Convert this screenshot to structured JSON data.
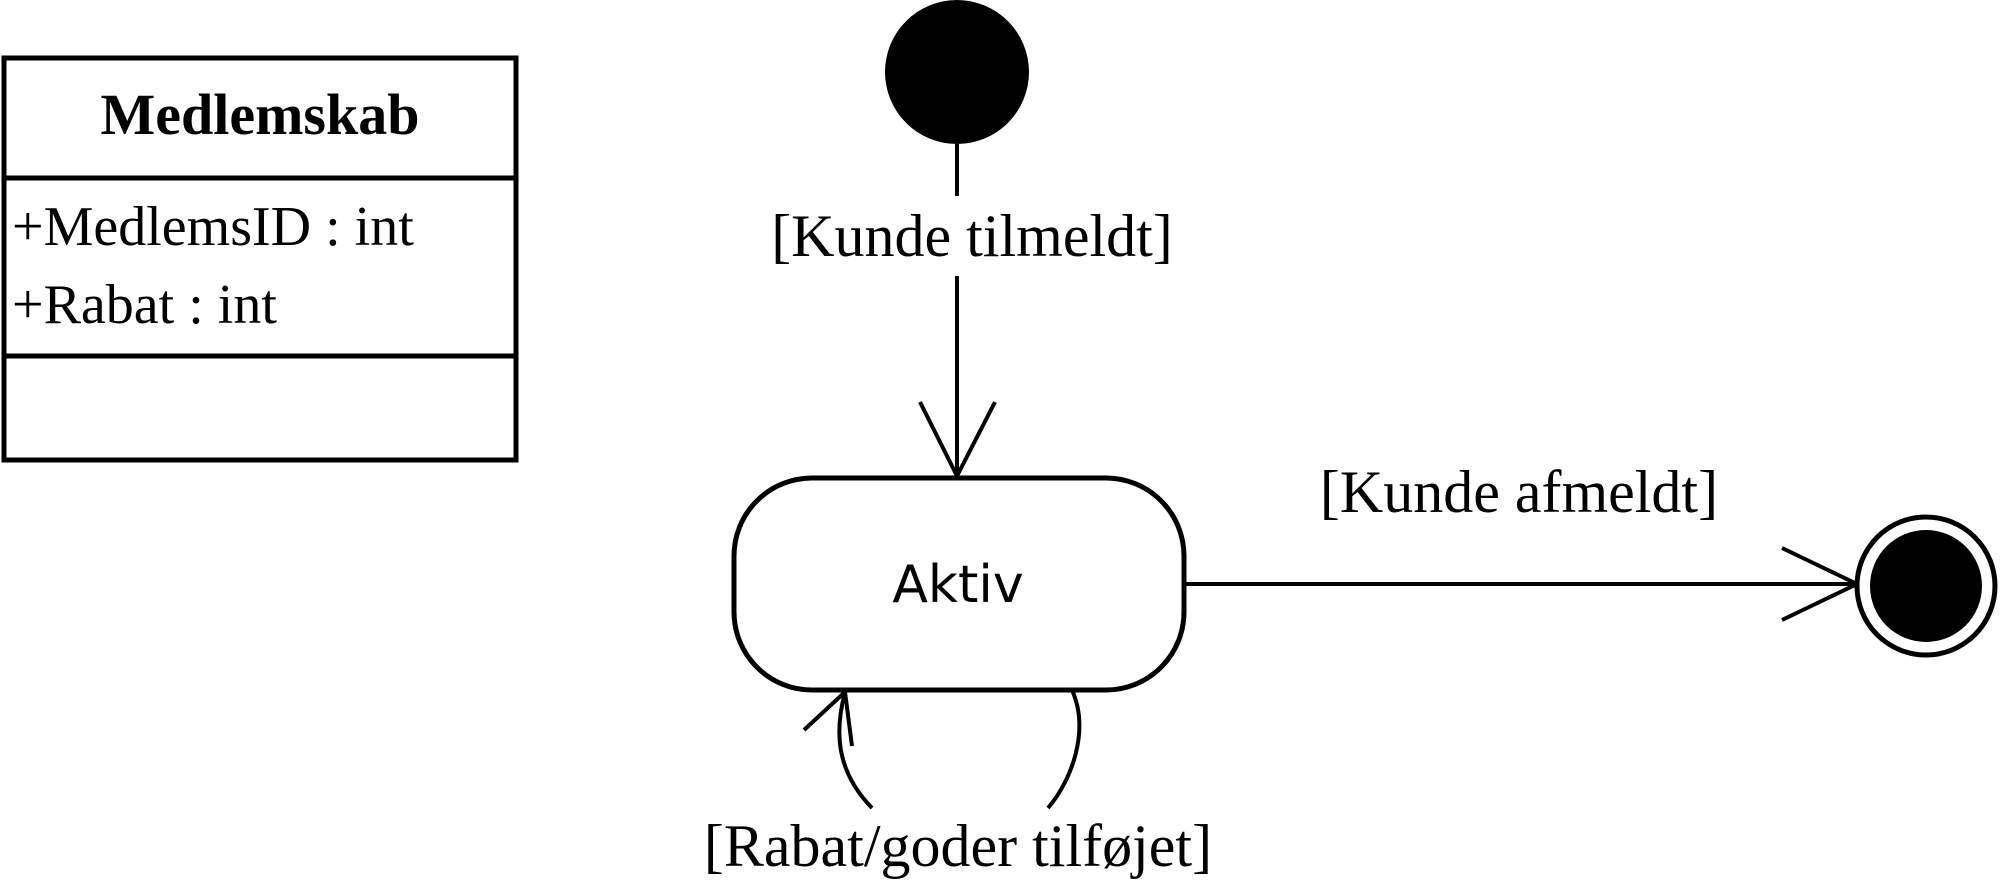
{
  "class_box": {
    "name": "Medlemskab",
    "attributes": [
      "+MedlemsID : int",
      "+Rabat : int"
    ],
    "operations": []
  },
  "states": {
    "active_label": "Aktiv"
  },
  "transitions": {
    "start_to_active": "[Kunde tilmeldt]",
    "active_to_end": "[Kunde afmeldt]",
    "self_loop": "[Rabat/goder tilføjet]"
  },
  "colors": {
    "stroke": "#000000",
    "fill": "#ffffff"
  }
}
